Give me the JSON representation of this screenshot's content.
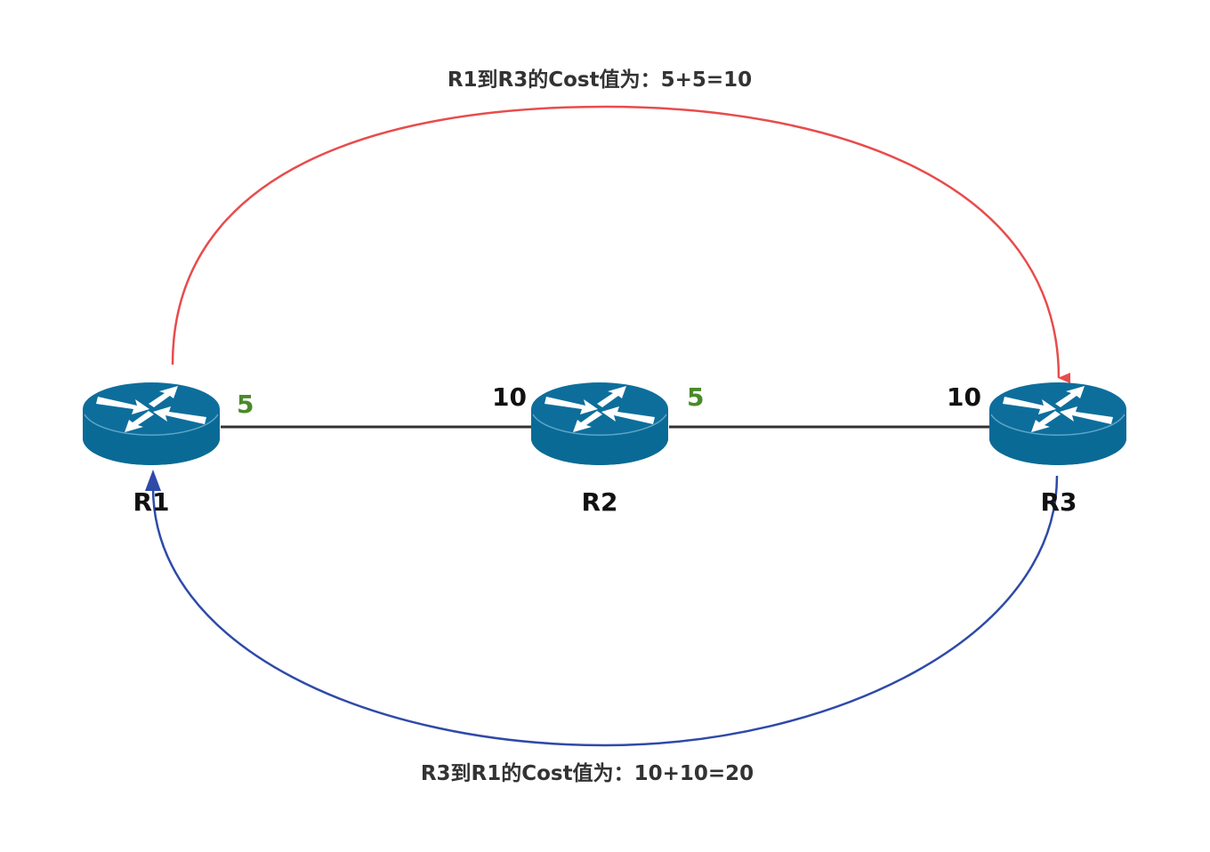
{
  "diagram": {
    "top_annotation": "R1到R3的Cost值为：5+5=10",
    "bottom_annotation": "R3到R1的Cost值为：10+10=20",
    "routers": [
      {
        "id": "R1",
        "label": "R1"
      },
      {
        "id": "R2",
        "label": "R2"
      },
      {
        "id": "R3",
        "label": "R3"
      }
    ],
    "links": [
      {
        "from": "R1",
        "to": "R2",
        "cost_at_from": "5",
        "cost_at_to": "10"
      },
      {
        "from": "R2",
        "to": "R3",
        "cost_at_from": "5",
        "cost_at_to": "10"
      }
    ],
    "paths": [
      {
        "name": "R1-to-R3",
        "from": "R1",
        "to": "R3",
        "total_cost": 10,
        "color": "#e84c4c"
      },
      {
        "name": "R3-to-R1",
        "from": "R3",
        "to": "R1",
        "total_cost": 20,
        "color": "#2e4aa8"
      }
    ],
    "colors": {
      "router_body": "#0a6a96",
      "router_top": "#0d6e9c",
      "router_arrows": "#ffffff",
      "link_line": "#333333",
      "cost_green": "#4a8a2a",
      "cost_black": "#111111",
      "annotation_text": "#333333"
    }
  }
}
